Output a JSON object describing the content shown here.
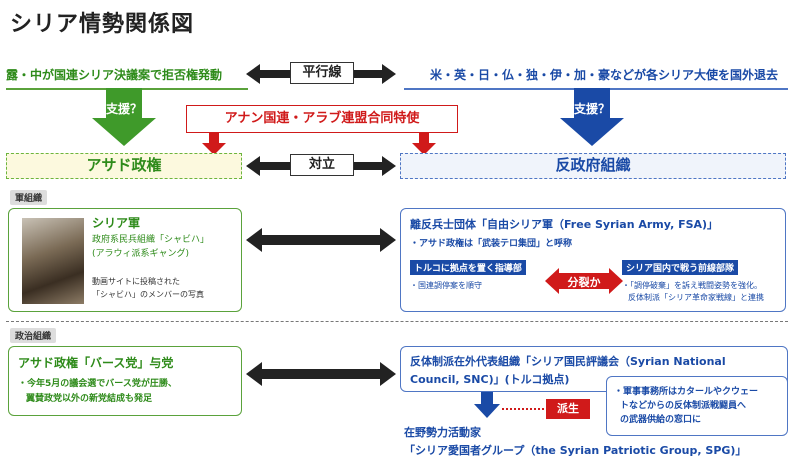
{
  "title": "シリア情勢関係図",
  "top": {
    "left_text": "露・中が国連シリア決議案で拒否権発動",
    "parallel_label": "平行線",
    "right_text": "米・英・日・仏・独・伊・加・豪などが各シリア大使を国外退去"
  },
  "support_left": "支援？",
  "support_right": "支援？",
  "annan_label": "アナン国連・アラブ連盟合同特使",
  "assad_label": "アサド政権",
  "oppose_label": "対立",
  "anti_label": "反政府組織",
  "military_section": "軍組織",
  "political_section": "政治組織",
  "syrian_army": {
    "title": "シリア軍",
    "line1": "政府系民兵組織「シャビハ」",
    "line2": "(アラウィ派系ギャング)",
    "caption1": "動画サイトに投稿された",
    "caption2": "「シャビハ」のメンバーの写真"
  },
  "fsa": {
    "title": "離反兵士団体「自由シリア軍（Free Syrian Army, FSA)」",
    "bullet": "・アサド政権は「武装テロ集団」と呼称",
    "left_tag": "トルコに拠点を置く指導部",
    "left_note": "・国連調停案を順守",
    "split_label": "分裂か",
    "right_tag": "シリア国内で戦う前線部隊",
    "right_note1": "・「調停破棄」を訴え戦闘姿勢を強化。",
    "right_note2": "反体制派「シリア革命家戦線」と連携"
  },
  "baath": {
    "title": "アサド政権「バース党」与党",
    "bullet1": "・今年5月の議会選でバース党が圧勝、",
    "bullet2": "翼賛政党以外の新党結成も発足"
  },
  "snc": {
    "title1": "反体制派在外代表組織「シリア国民評議会（Syrian National",
    "title2": "Council, SNC)」(トルコ拠点)",
    "note1": "・軍事事務所はカタールやクウェー",
    "note2": "トなどからの反体制派戦闘員へ",
    "note3": "の武器供給の窓口に"
  },
  "derived_label": "派生",
  "spg": {
    "line1": "在野勢力活動家",
    "line2": "「シリア愛国者グループ（the Syrian Patriotic Group, SPG)」"
  }
}
